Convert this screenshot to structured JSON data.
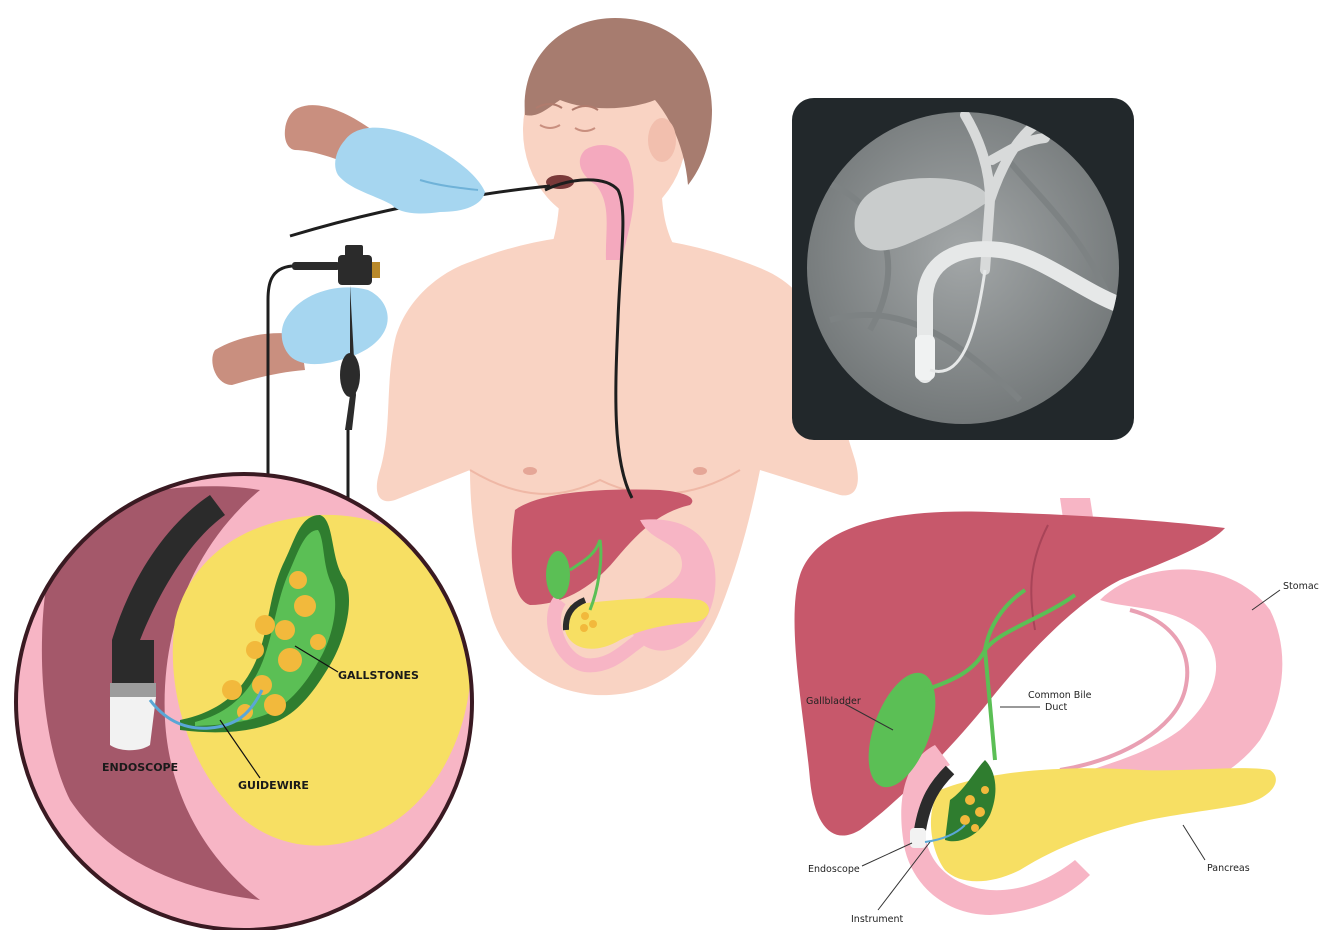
{
  "colors": {
    "skin": "#f9d3c3",
    "skin_dark": "#c98f7f",
    "hair": "#a77c6f",
    "glove": "#a6d6f0",
    "glove_dark": "#6fb2d8",
    "esophagus": "#f4a9be",
    "liver": "#c7586b",
    "liver_dark": "#a84458",
    "gallbladder": "#5bbf55",
    "duct_dark": "#2f7d2f",
    "stone": "#f2b93c",
    "pancreas": "#f7df63",
    "stomach_pink": "#f7b5c5",
    "scope_black": "#2b2b2b",
    "xray_bg": "#22282b",
    "xray_circle": "#8e9293",
    "lens_border": "#3a1a22",
    "guidewire": "#5aa7d6"
  },
  "icons": {
    "endoscope_handle": "endoscope-handle-icon",
    "xray_view": "xray-view-icon",
    "magnifier": "magnified-view-icon"
  },
  "labels": {
    "gallstones": "GALLSTONES",
    "endoscope_zoom": "ENDOSCOPE",
    "guidewire": "GUIDEWIRE",
    "stomach": "Stomach",
    "gallbladder": "Gallbladder",
    "common_bile_duct_1": "Common Bile",
    "common_bile_duct_2": "Duct",
    "endoscope": "Endoscope",
    "instrument": "Instrument",
    "pancreas": "Pancreas"
  }
}
